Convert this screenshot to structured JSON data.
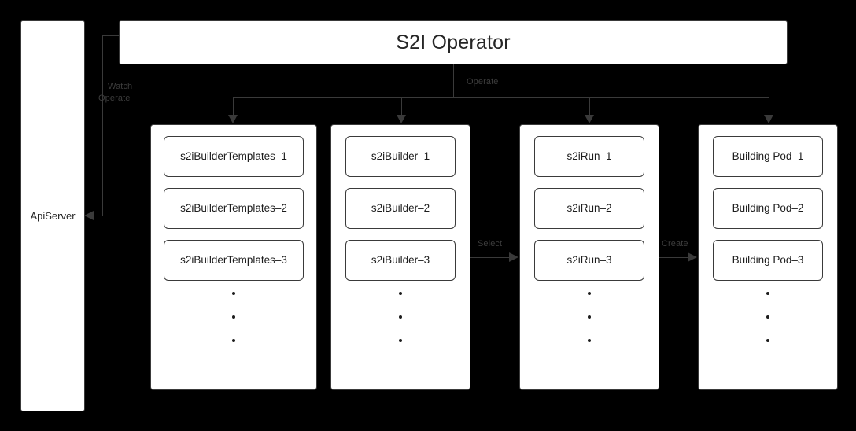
{
  "diagram": {
    "title": "S2I Operator",
    "background_color": "#000000",
    "box_fill_color": "#ffffff",
    "stroke_color": "#3a3a3a",
    "label_color": "#3d3d3d"
  },
  "apiserver": {
    "label": "ApiServer"
  },
  "operator": {
    "label": "S2I Operator"
  },
  "edges": {
    "watch_line1": "Watch",
    "watch_line2": "Operate",
    "operate": "Operate",
    "select": "Select",
    "create": "Create"
  },
  "columns": [
    {
      "name": "s2ibuildertemplates",
      "cards": [
        "s2iBuilderTemplates–1",
        "s2iBuilderTemplates–2",
        "s2iBuilderTemplates–3"
      ],
      "ellipsis_dots": 3
    },
    {
      "name": "s2ibuilder",
      "cards": [
        "s2iBuilder–1",
        "s2iBuilder–2",
        "s2iBuilder–3"
      ],
      "ellipsis_dots": 3
    },
    {
      "name": "s2irun",
      "cards": [
        "s2iRun–1",
        "s2iRun–2",
        "s2iRun–3"
      ],
      "ellipsis_dots": 3
    },
    {
      "name": "building-pod",
      "cards": [
        "Building Pod–1",
        "Building Pod–2",
        "Building Pod–3"
      ],
      "ellipsis_dots": 3
    }
  ]
}
